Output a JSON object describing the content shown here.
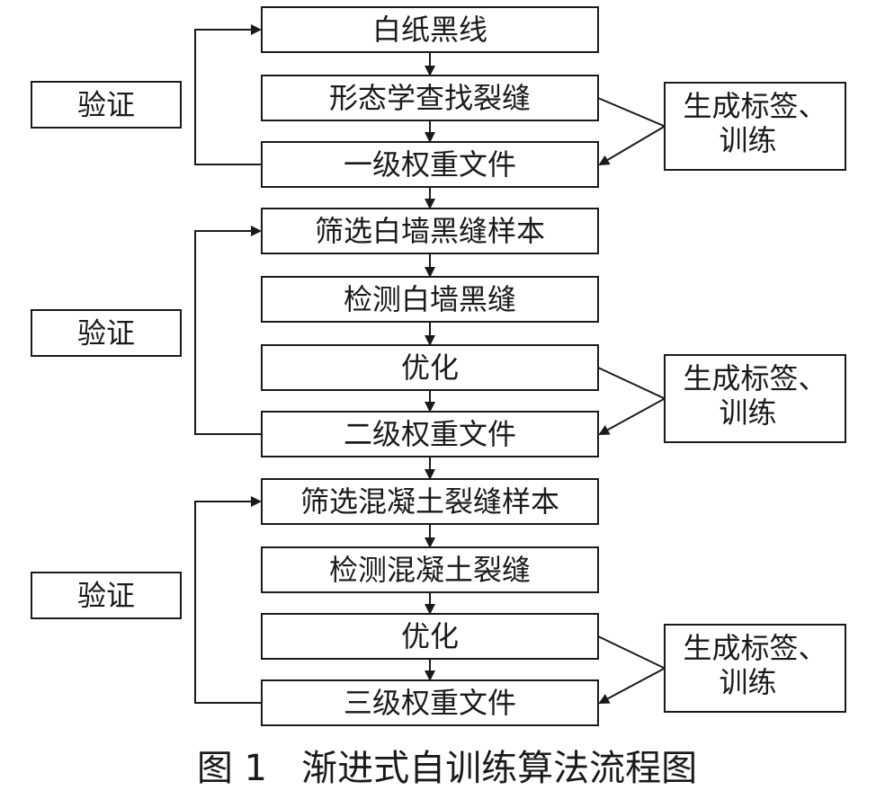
{
  "caption": "图 1   渐进式自训练算法流程图",
  "stages": [
    {
      "steps": [
        "白纸黑线",
        "形态学查找裂缝",
        "一级权重文件"
      ],
      "verify_label": "验证",
      "label_train": [
        "生成标签、",
        "训练"
      ]
    },
    {
      "steps": [
        "筛选白墙黑缝样本",
        "检测白墙黑缝",
        "优化",
        "二级权重文件"
      ],
      "verify_label": "验证",
      "label_train": [
        "生成标签、",
        "训练"
      ]
    },
    {
      "steps": [
        "筛选混凝土裂缝样本",
        "检测混凝土裂缝",
        "优化",
        "三级权重文件"
      ],
      "verify_label": "验证",
      "label_train": [
        "生成标签、",
        "训练"
      ]
    }
  ],
  "colors": {
    "line": "#1a1a1a",
    "background": "#ffffff"
  }
}
